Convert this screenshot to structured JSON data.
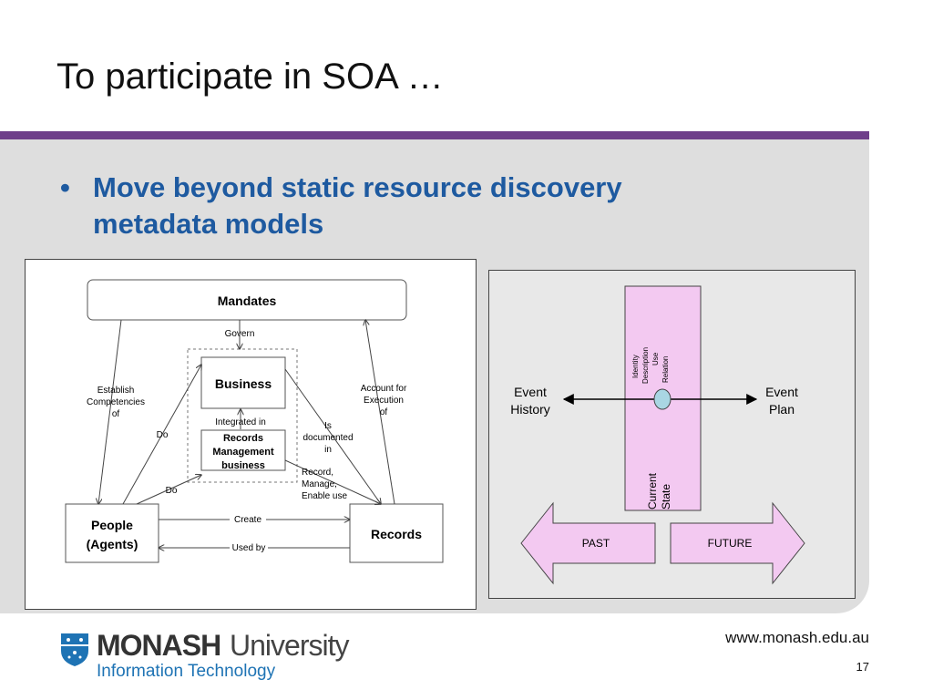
{
  "slide": {
    "title": "To participate in SOA …",
    "bullet_symbol": "•",
    "bullet_text": "Move beyond static resource discovery metadata models"
  },
  "left_diagram": {
    "mandates": "Mandates",
    "govern": "Govern",
    "business": "Business",
    "integrated_in": "Integrated in",
    "records_mgmt_line1": "Records",
    "records_mgmt_line2": "Management",
    "records_mgmt_line3": "business",
    "people_line1": "People",
    "people_line2": "(Agents)",
    "records": "Records",
    "establish_line1": "Establish",
    "establish_line2": "Competencies",
    "establish_line3": "of",
    "account_line1": "Account for",
    "account_line2": "Execution",
    "account_line3": "of",
    "do_upper": "Do",
    "do_lower": "Do",
    "is_doc_line1": "Is",
    "is_doc_line2": "documented",
    "is_doc_line3": "in",
    "rme_line1": "Record,",
    "rme_line2": "Manage,",
    "rme_line3": "Enable use",
    "create": "Create",
    "used_by": "Used by"
  },
  "right_diagram": {
    "event_history_line1": "Event",
    "event_history_line2": "History",
    "event_plan_line1": "Event",
    "event_plan_line2": "Plan",
    "identity": "Identity",
    "description": "Description",
    "use": "Use",
    "relation": "Relation",
    "current_line1": "Current",
    "current_line2": "State",
    "past": "PAST",
    "future": "FUTURE"
  },
  "footer": {
    "url": "www.monash.edu.au",
    "page_number": "17",
    "logo_word1": "MONASH",
    "logo_word2": "University",
    "logo_sub": "Information Technology"
  },
  "colors": {
    "accent_purple": "#6e3f8a",
    "bullet_blue": "#1e5aa0",
    "pink_fill": "#f3c9f1",
    "panel_grey": "#dedede"
  }
}
